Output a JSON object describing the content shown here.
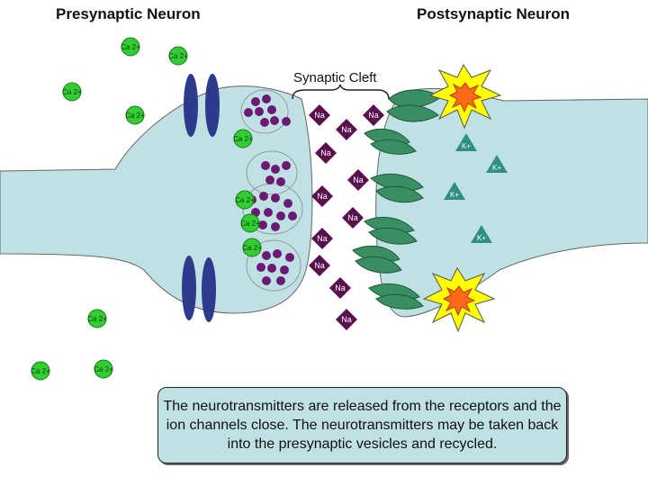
{
  "labels": {
    "presynaptic": "Presynaptic Neuron",
    "postsynaptic": "Postsynaptic Neuron",
    "cleft": "Synaptic Cleft"
  },
  "caption": "The neurotransmitters are released from the receptors and the ion channels close. The neurotransmitters may be taken back into the presynaptic vesicles and recycled.",
  "ion_labels": {
    "calcium": "Ca 2+",
    "sodium": "Na",
    "potassium": "K+"
  },
  "colors": {
    "neuron_fill": "#bfe1e4",
    "calcium": "#33cc33",
    "sodium": "#5a0f4e",
    "potassium": "#2f8f86",
    "vesicle_nt": "#6b1a73",
    "channel_blue": "#2e3a8c",
    "receptor_green": "#3a8f62",
    "star_yellow": "#ffff00",
    "star_orange": "#ff6a1a"
  }
}
